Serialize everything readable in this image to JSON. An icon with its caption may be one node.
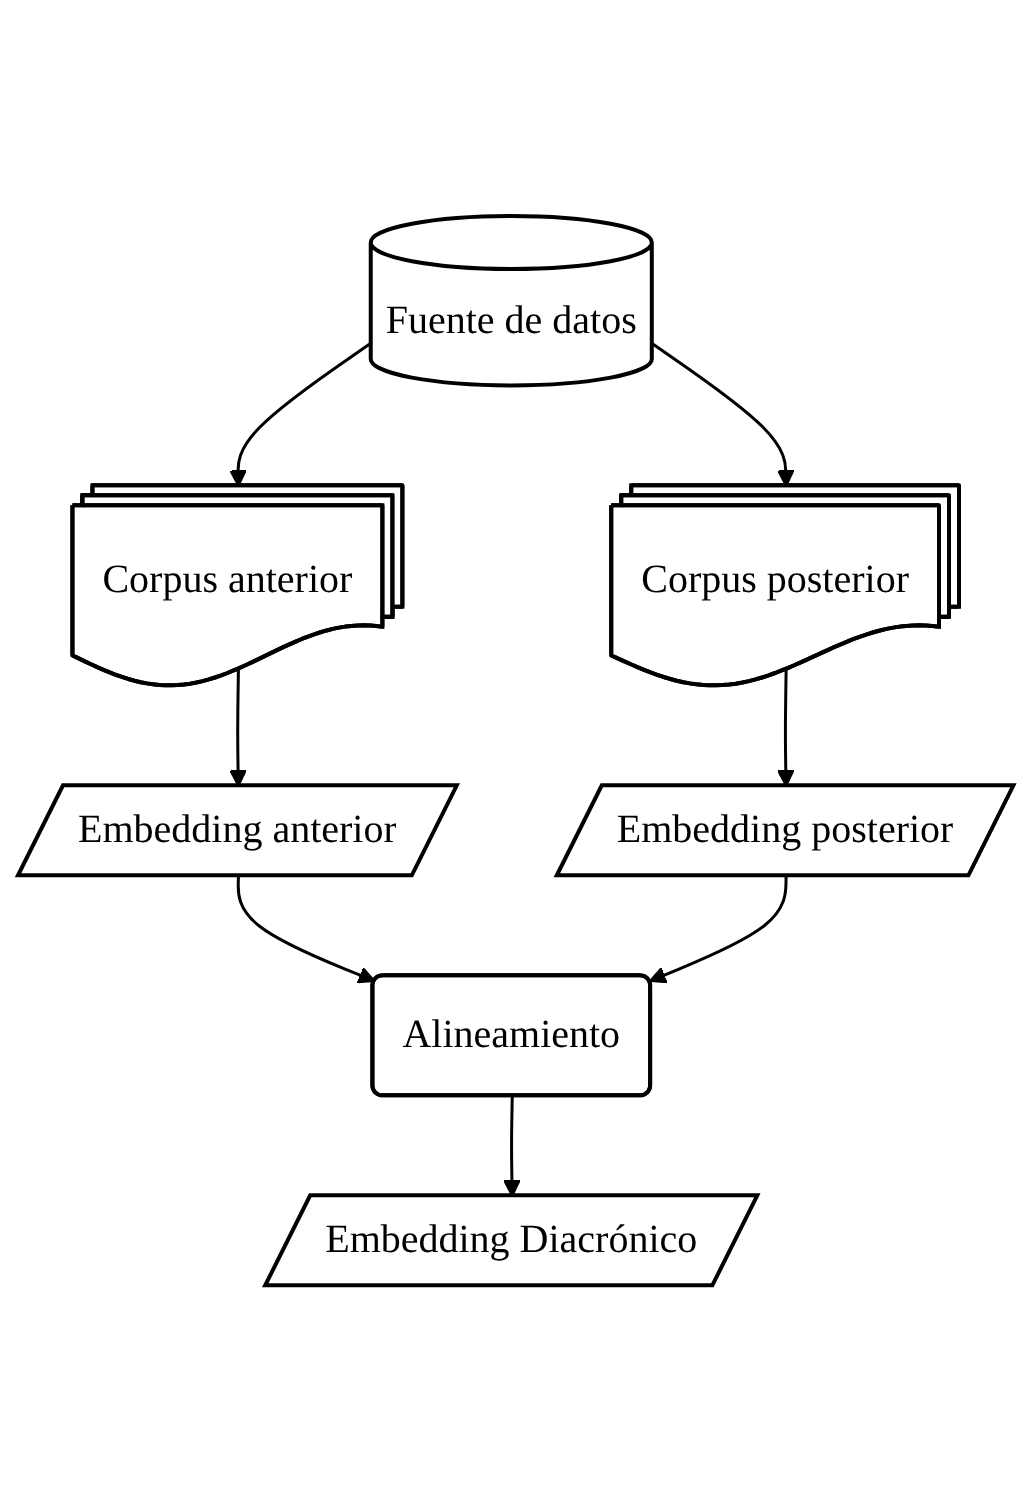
{
  "diagram": {
    "nodes": [
      {
        "text": [
          "Fuente de datos"
        ]
      },
      {
        "text": [
          "Corpus anterior"
        ]
      },
      {
        "text": [
          "Corpus posterior"
        ]
      },
      {
        "text": [
          "Embedding anterior"
        ]
      },
      {
        "text": [
          "Embedding posterior"
        ]
      },
      {
        "text": [
          "Alineamiento"
        ]
      },
      {
        "text": [
          "Embedding Diacrónico"
        ]
      }
    ],
    "edges": [
      {
        "from": 0,
        "to": 1,
        "arrow": "to"
      },
      {
        "from": 0,
        "to": 2,
        "arrow": "to"
      },
      {
        "from": 1,
        "to": 3,
        "arrow": "to"
      },
      {
        "from": 2,
        "to": 4,
        "arrow": "to"
      },
      {
        "from": 3,
        "to": 5,
        "arrow": "to"
      },
      {
        "from": 4,
        "to": 5,
        "arrow": "to"
      },
      {
        "from": 5,
        "to": 6,
        "arrow": "to"
      }
    ]
  }
}
